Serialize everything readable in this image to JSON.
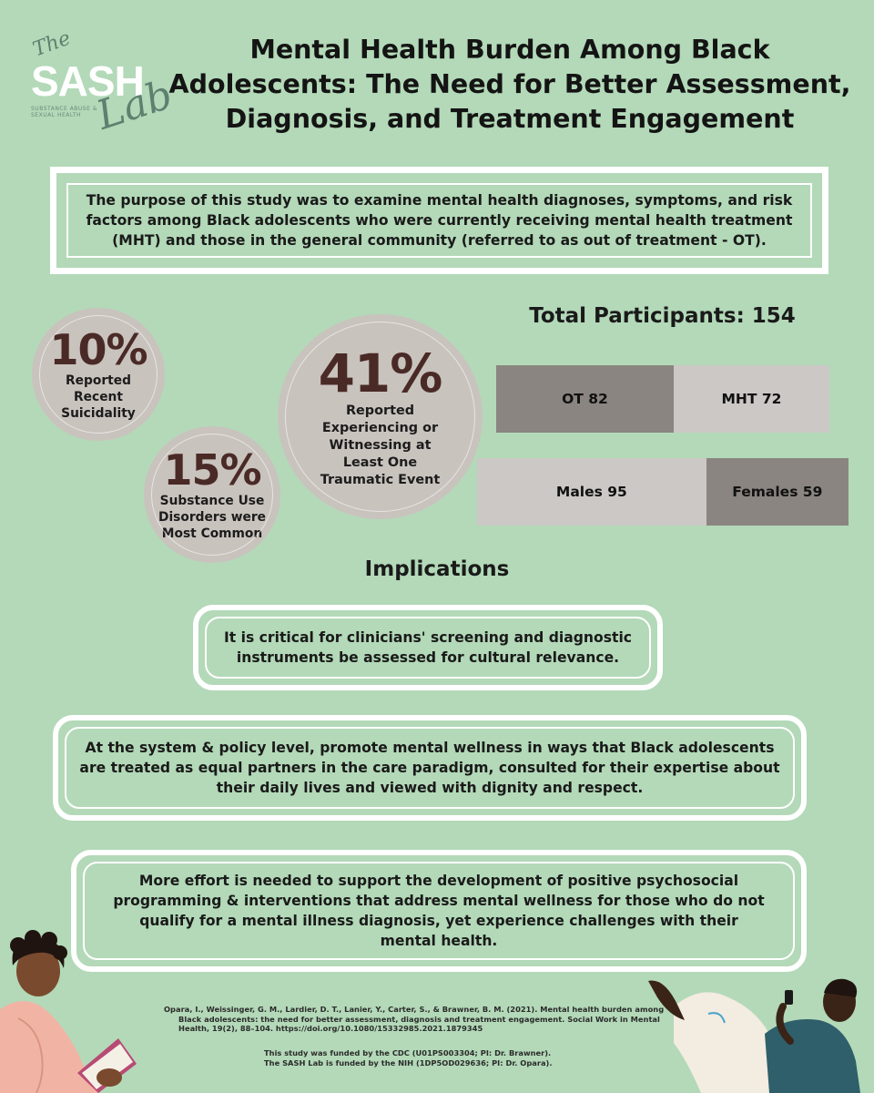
{
  "logo": {
    "the": "The",
    "sash": "SASH",
    "lab": "Lab",
    "tagline": "SUBSTANCE ABUSE & SEXUAL HEALTH"
  },
  "title": "Mental Health Burden Among Black Adolescents: The Need for Better Assessment, Diagnosis, and Treatment Engagement",
  "purpose": "The purpose of this study was to examine mental health diagnoses, symptoms, and risk factors among Black adolescents who were currently receiving mental health treatment (MHT) and those in the general community (referred to as out of treatment - OT).",
  "stats": {
    "suicidality": {
      "value": "10%",
      "label": "Reported Recent Suicidality"
    },
    "substance": {
      "value": "15%",
      "label": "Substance Use Disorders were Most Common"
    },
    "trauma": {
      "value": "41%",
      "label": "Reported Experiencing or Witnessing at Least One Traumatic Event"
    }
  },
  "participants": {
    "title": "Total Participants: 154",
    "treatment": [
      {
        "label": "OT 82",
        "value": 82
      },
      {
        "label": "MHT 72",
        "value": 72
      }
    ],
    "gender": [
      {
        "label": "Males 95",
        "value": 95
      },
      {
        "label": "Females 59",
        "value": 59
      }
    ]
  },
  "implications": {
    "title": "Implications",
    "items": [
      "It is critical for clinicians' screening and diagnostic instruments be assessed for cultural relevance.",
      "At the system & policy level, promote mental wellness in ways that Black adolescents are treated as equal partners in the care paradigm, consulted for their expertise about their daily lives and viewed with dignity and respect.",
      "More effort is needed to support the development of positive psychosocial programming & interventions that address mental wellness for those who do not qualify for a mental illness diagnosis, yet experience challenges with their mental health."
    ]
  },
  "citation": {
    "line1": "Opara, I., Weissinger, G. M., Lardier, D. T., Lanier, Y., Carter, S., & Brawner, B. M. (2021). Mental health burden among",
    "line2": "Black adolescents: the need for better assessment, diagnosis and treatment engagement. Social Work in Mental Health, 19(2), 88–104. https://doi.org/10.1080/15332985.2021.1879345"
  },
  "funding": {
    "line1": "This study was funded by the CDC (U01PS003304; PI: Dr. Brawner).",
    "line2": "The SASH Lab is funded by the NIH (1DP5OD029636; PI: Dr. Opara)."
  },
  "colors": {
    "background": "#b3d9b8",
    "circle": "#c9c3be",
    "percent_text": "#4a2a26",
    "bar_dark": "#8a8580",
    "bar_light": "#cbc8c6"
  }
}
